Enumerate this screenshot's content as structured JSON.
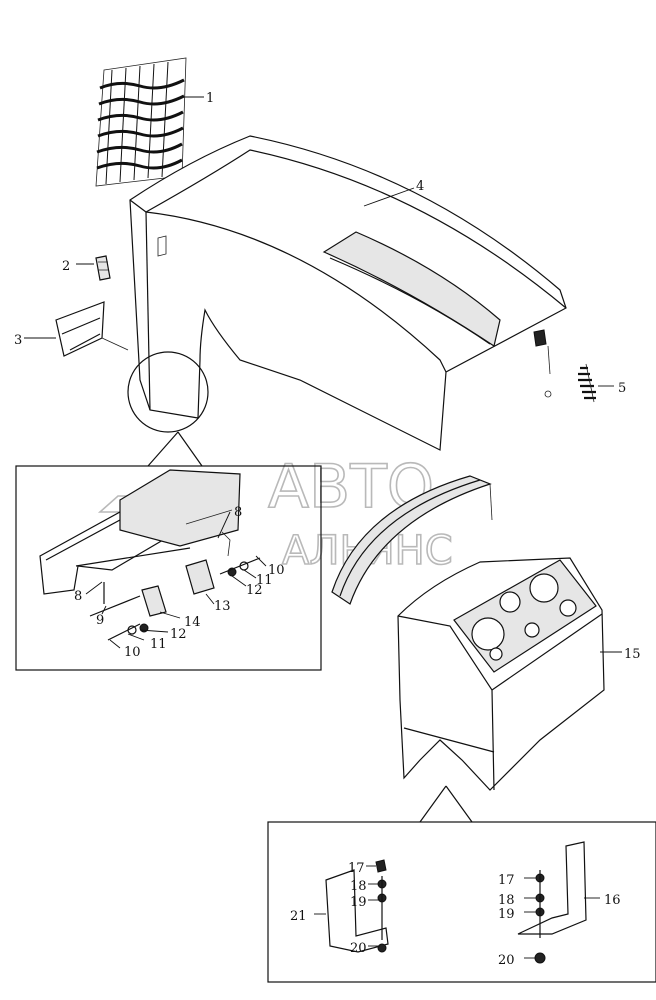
{
  "watermark": {
    "line1": "АВТО",
    "line2": "АЛЬЯНС"
  },
  "callouts": [
    {
      "id": "c1",
      "text": "1"
    },
    {
      "id": "c2",
      "text": "2"
    },
    {
      "id": "c3",
      "text": "3"
    },
    {
      "id": "c4",
      "text": "4"
    },
    {
      "id": "c5",
      "text": "5"
    },
    {
      "id": "c6",
      "text": "8"
    },
    {
      "id": "c7",
      "text": "10"
    },
    {
      "id": "c8",
      "text": "11"
    },
    {
      "id": "c9",
      "text": "12"
    },
    {
      "id": "c10",
      "text": "13"
    },
    {
      "id": "c11",
      "text": "8"
    },
    {
      "id": "c12",
      "text": "9"
    },
    {
      "id": "c13",
      "text": "14"
    },
    {
      "id": "c14",
      "text": "12"
    },
    {
      "id": "c15",
      "text": "11"
    },
    {
      "id": "c16",
      "text": "10"
    },
    {
      "id": "c17",
      "text": "15"
    },
    {
      "id": "c18",
      "text": "17"
    },
    {
      "id": "c19",
      "text": "18"
    },
    {
      "id": "c20",
      "text": "19"
    },
    {
      "id": "c21",
      "text": "21"
    },
    {
      "id": "c22",
      "text": "20"
    },
    {
      "id": "c23",
      "text": "17"
    },
    {
      "id": "c24",
      "text": "18"
    },
    {
      "id": "c25",
      "text": "19"
    },
    {
      "id": "c26",
      "text": "16"
    },
    {
      "id": "c27",
      "text": "20"
    }
  ]
}
